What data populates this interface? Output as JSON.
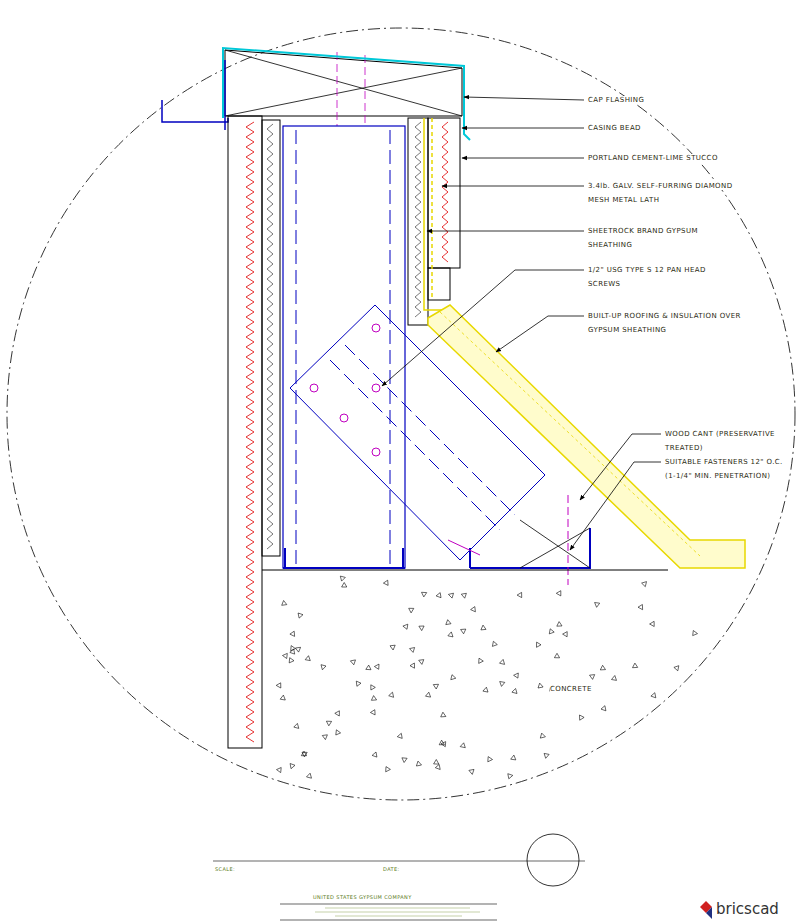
{
  "diagram": {
    "labels": [
      "CAP FLASHING",
      "CASING BEAD",
      "PORTLAND CEMENT-LIME STUCCO",
      "3.4lb. GALV. SELF-FURRING DIAMOND MESH METAL LATH",
      "SHEETROCK BRAND GYPSUM SHEATHING",
      "1/2\" USG TYPE S 12 PAN HEAD SCREWS",
      "BUILT-UP ROOFING & INSULATION OVER GYPSUM SHEATHING",
      "WOOD CANT (PRESERVATIVE TREATED)",
      "SUITABLE FASTENERS 12\" O.C. (1-1/4\" MIN. PENETRATION)",
      "CONCRETE",
      "SCALE:",
      "DATE:",
      "UNITED STATES GYPSUM COMPANY",
      "bricscad"
    ]
  }
}
